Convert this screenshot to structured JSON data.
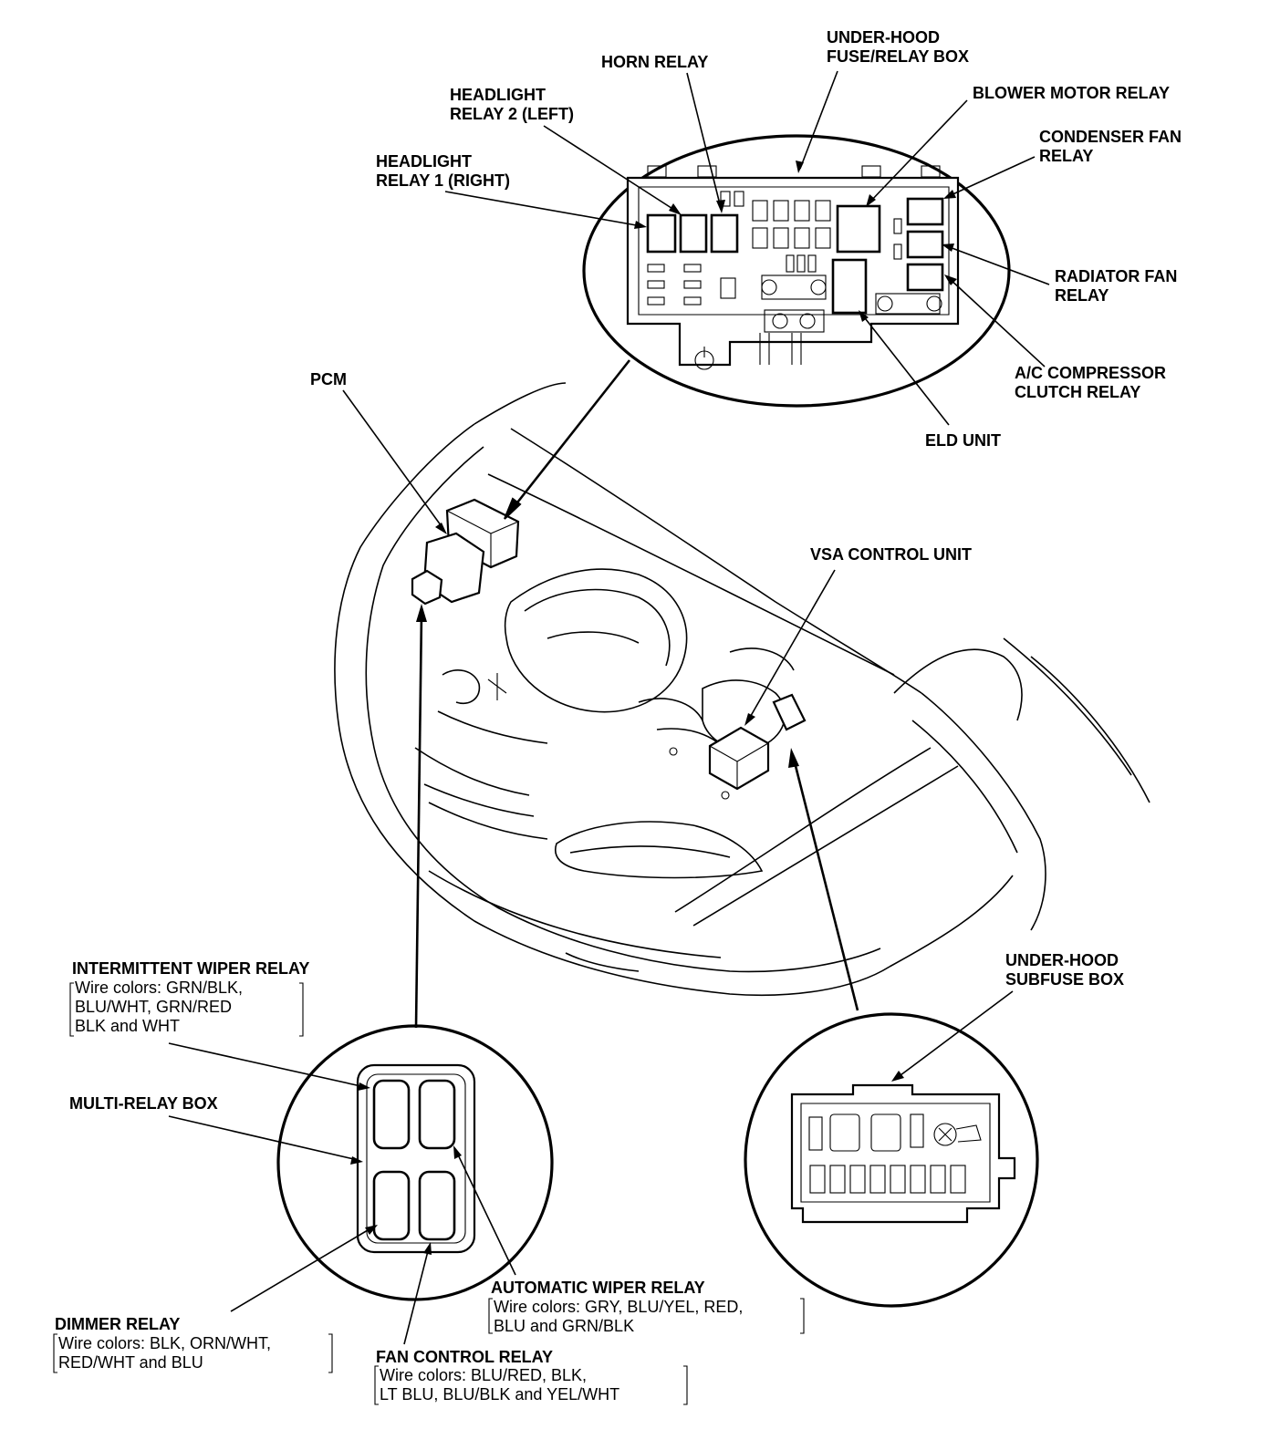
{
  "labels": {
    "under_hood_fuse_relay_box": [
      "UNDER-HOOD",
      "FUSE/RELAY BOX"
    ],
    "horn_relay": "HORN RELAY",
    "headlight_relay_2": [
      "HEADLIGHT",
      "RELAY 2 (LEFT)"
    ],
    "headlight_relay_1": [
      "HEADLIGHT",
      "RELAY 1 (RIGHT)"
    ],
    "blower_motor_relay": "BLOWER MOTOR RELAY",
    "condenser_fan_relay": [
      "CONDENSER FAN",
      "RELAY"
    ],
    "radiator_fan_relay": [
      "RADIATOR FAN",
      "RELAY"
    ],
    "ac_compressor_clutch_relay": [
      "A/C COMPRESSOR",
      "CLUTCH RELAY"
    ],
    "eld_unit": "ELD UNIT",
    "pcm": "PCM",
    "vsa_control_unit": "VSA CONTROL UNIT",
    "under_hood_subfuse_box": [
      "UNDER-HOOD",
      "SUBFUSE BOX"
    ],
    "multi_relay_box": "MULTI-RELAY BOX",
    "intermittent_wiper_relay": {
      "title": "INTERMITTENT WIPER RELAY",
      "wires": [
        "Wire colors: GRN/BLK,",
        "BLU/WHT, GRN/RED",
        "BLK and WHT"
      ]
    },
    "automatic_wiper_relay": {
      "title": "AUTOMATIC WIPER RELAY",
      "wires": [
        "Wire colors: GRY, BLU/YEL, RED,",
        "BLU and GRN/BLK"
      ]
    },
    "dimmer_relay": {
      "title": "DIMMER RELAY",
      "wires": [
        "Wire colors: BLK, ORN/WHT,",
        "RED/WHT and BLU"
      ]
    },
    "fan_control_relay": {
      "title": "FAN CONTROL RELAY",
      "wires": [
        "Wire colors: BLU/RED, BLK,",
        "LT BLU, BLU/BLK and YEL/WHT"
      ]
    }
  }
}
